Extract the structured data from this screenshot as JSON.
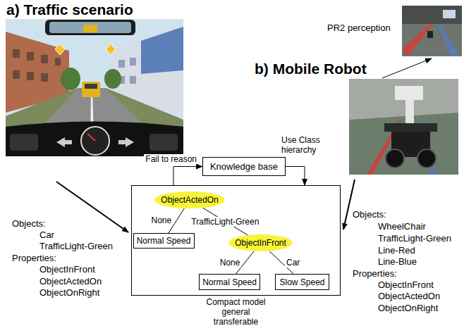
{
  "diagram": {
    "nodes": [
      {
        "text": [
          "Knowledge base"
        ]
      },
      {
        "text": [
          "Compact model general transferable"
        ]
      },
      {
        "text": [
          "ObjectActedOn"
        ],
        "in": 1
      },
      {
        "text": [
          "Normal Speed"
        ],
        "in": 1
      },
      {
        "text": [
          "ObjectInFront"
        ],
        "in": 1
      },
      {
        "text": [
          "Normal Speed"
        ],
        "in": 1
      },
      {
        "text": [
          "Slow Speed"
        ],
        "in": 1
      }
    ],
    "edges": [
      {
        "from": 1,
        "to": 0,
        "label": "Fail to reason",
        "arrow": "to"
      },
      {
        "from": 0,
        "to": 1,
        "label": "Use Class hierarchy",
        "arrow": "to"
      },
      {
        "from": 2,
        "to": 3,
        "label": "None",
        "arrow": "none"
      },
      {
        "from": 2,
        "to": 4,
        "label": "TrafficLight-Green",
        "arrow": "none"
      },
      {
        "from": 4,
        "to": 5,
        "label": "None",
        "arrow": "none"
      },
      {
        "from": 4,
        "to": 6,
        "label": "Car",
        "arrow": "none"
      }
    ],
    "labels": [
      "a) Traffic scenario",
      "PR2 perception",
      "b) Mobile Robot",
      "Objects:",
      "Car",
      "TrafficLight-Green",
      "Properties:",
      "ObjectInFront",
      "ObjectActedOn",
      "ObjectOnRight",
      "Objects:",
      "WheelChair",
      "TrafficLight-Green",
      "Line-Red",
      "Line-Blue",
      "Properties:",
      "ObjectInFront",
      "ObjectActedOn",
      "ObjectOnRight"
    ]
  }
}
